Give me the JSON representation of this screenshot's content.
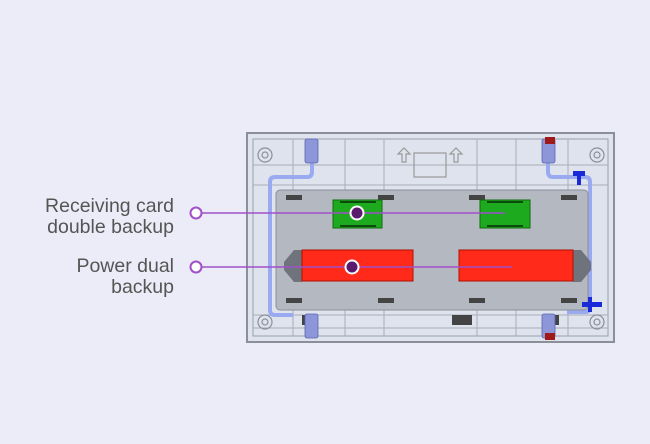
{
  "callouts": [
    {
      "line1": "Receiving card",
      "line2": "double backup"
    },
    {
      "line1": "Power dual",
      "line2": "backup"
    }
  ],
  "colors": {
    "background": "#ececf8",
    "accent": "#a050c8",
    "marker": "#5a1a6e",
    "card": "#1eaa1e",
    "power": "#ff2a1a",
    "cable": "#9aaaf0"
  }
}
